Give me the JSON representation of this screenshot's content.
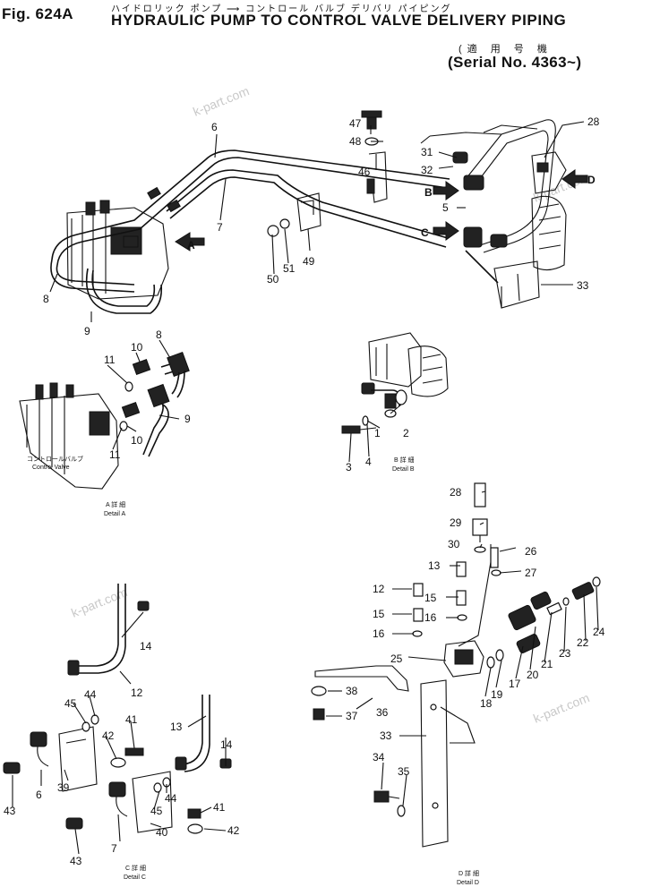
{
  "header": {
    "fig_label": "Fig. 624A",
    "title_jp": "ハイドロリック ポンプ ⟶ コントロール バルブ デリバリ パイピング",
    "title_en": "HYDRAULIC PUMP TO CONTROL VALVE DELIVERY PIPING",
    "serial_jp": "(適 用 号 機",
    "serial_en": "(Serial No. 4363~)"
  },
  "watermark": "k-part.com",
  "arrows": {
    "a": "A",
    "b": "B",
    "c": "C",
    "d": "D"
  },
  "details": {
    "a": {
      "jp": "A 詳 細",
      "en": "Detail A",
      "part_jp": "コントロールバルブ",
      "part_en": "Control Valve"
    },
    "b": {
      "jp": "B 詳 細",
      "en": "Detail B"
    },
    "c": {
      "jp": "C 詳 細",
      "en": "Detail C"
    },
    "d": {
      "jp": "D 詳 細",
      "en": "Detail D"
    }
  },
  "part_numbers": [
    "1",
    "2",
    "3",
    "4",
    "5",
    "6",
    "7",
    "8",
    "9",
    "10",
    "11",
    "12",
    "13",
    "14",
    "15",
    "16",
    "17",
    "18",
    "19",
    "20",
    "21",
    "22",
    "23",
    "24",
    "25",
    "26",
    "27",
    "28",
    "29",
    "30",
    "31",
    "32",
    "33",
    "34",
    "35",
    "36",
    "37",
    "38",
    "39",
    "40",
    "41",
    "42",
    "43",
    "44",
    "45",
    "46",
    "47",
    "48",
    "49",
    "50",
    "51"
  ]
}
